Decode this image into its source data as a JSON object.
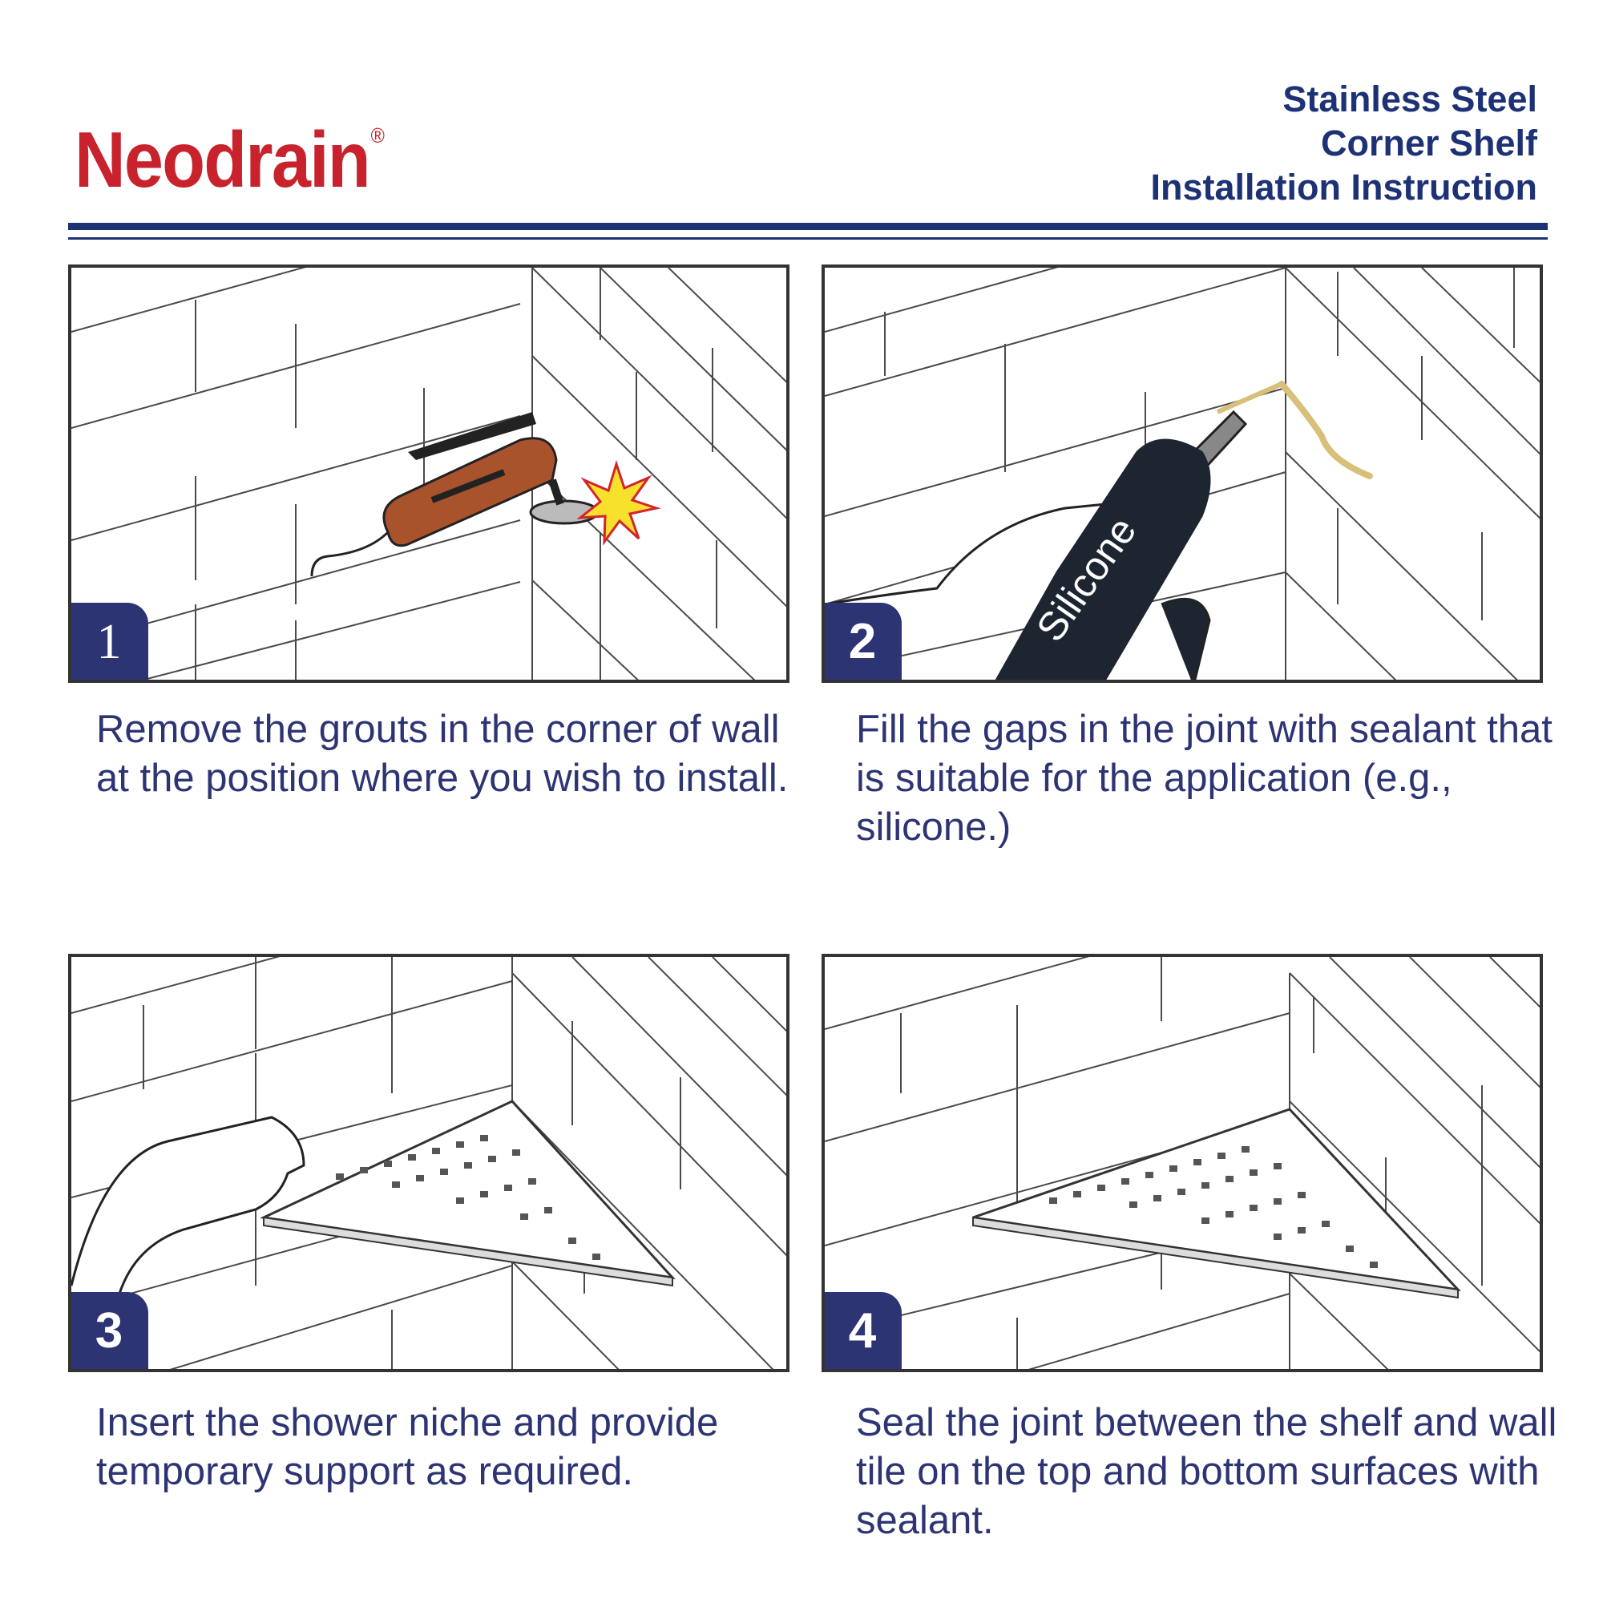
{
  "header": {
    "brand": "Neodrain",
    "registered": "®",
    "title_lines": [
      "Stainless Steel",
      "Corner Shelf",
      "Installation Instruction"
    ]
  },
  "steps": [
    {
      "number": "1",
      "text": "Remove the grouts in the corner of wall at the position where you wish to install."
    },
    {
      "number": "2",
      "text": "Fill the gaps in the joint with sealant that is suitable for the application (e.g., silicone.)"
    },
    {
      "number": "3",
      "text": "Insert the shower niche and provide temporary support as required."
    },
    {
      "number": "4",
      "text": "Seal the joint between the shelf and wall tile on the top and bottom surfaces with sealant."
    }
  ],
  "tube_label": "Silicone",
  "colors": {
    "brand_red": "#c8232c",
    "navy": "#1d3175",
    "badge": "#2d3473",
    "tool": "#a8532c"
  }
}
